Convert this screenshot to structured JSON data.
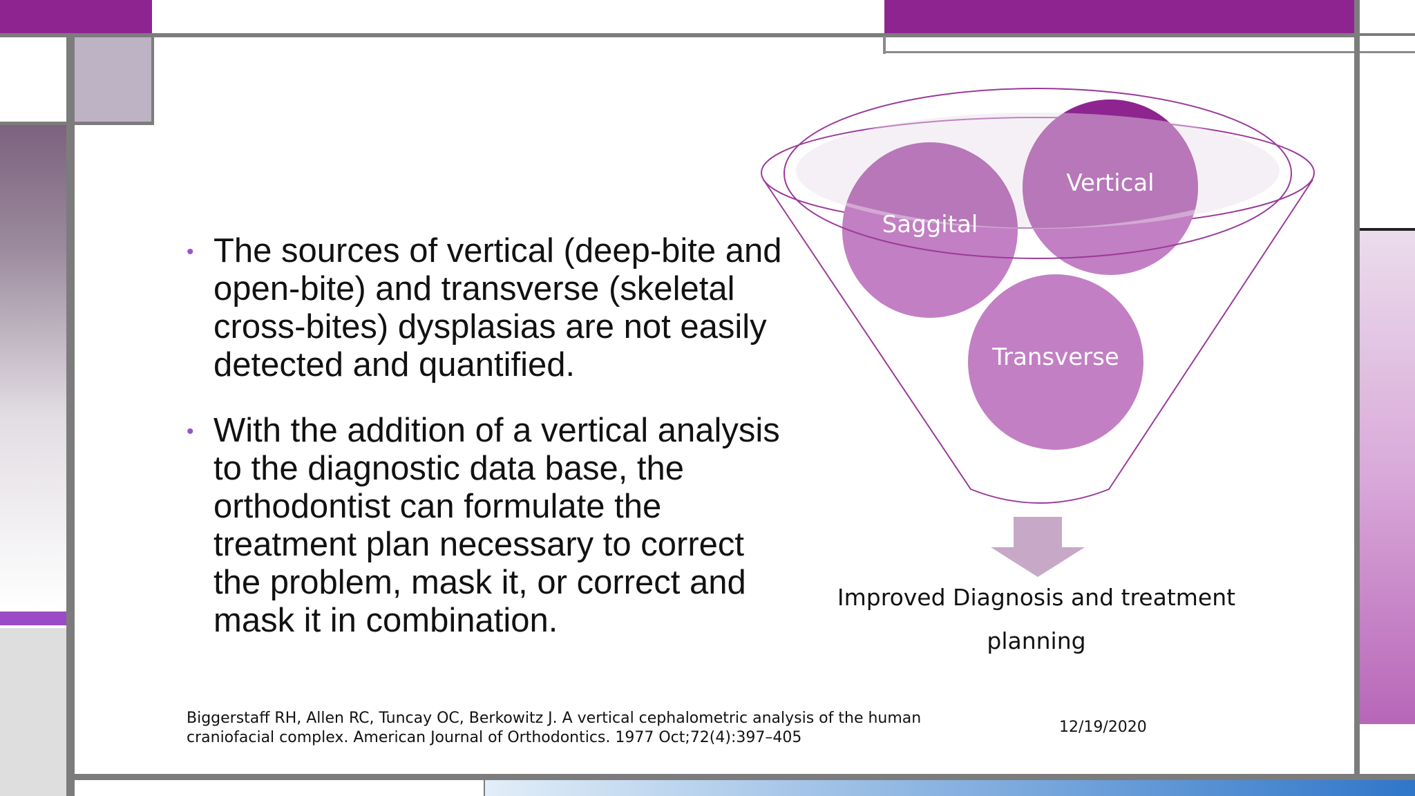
{
  "slide": {
    "bullets": [
      {
        "text": "The sources of vertical (deep-bite and open-bite) and transverse (skeletal cross-bites) dysplasias are not easily detected and quantified."
      },
      {
        "text": "With the addition of a vertical analysis to the diagnostic data base, the orthodontist can formulate the treatment plan necessary to correct the problem, mask it, or correct and mask it in combination."
      }
    ],
    "bullet_symbol": "•",
    "funnel": {
      "circles": [
        {
          "label": "Saggital"
        },
        {
          "label": "Vertical"
        },
        {
          "label": "Transverse"
        }
      ],
      "result": "Improved Diagnosis and treatment planning"
    },
    "citation": "Biggerstaff RH, Allen RC, Tuncay OC, Berkowitz J. A vertical cephalometric analysis of the human craniofacial complex. American Journal of Orthodontics. 1977 Oct;72(4):397–405",
    "date": "12/19/2020"
  },
  "colors": {
    "accent_purple": "#8e2490",
    "light_purple": "#c27fc3",
    "arrow": "#c7a9c7",
    "frame_gray": "#7c7c7c",
    "bullet": "#9a55c6"
  }
}
